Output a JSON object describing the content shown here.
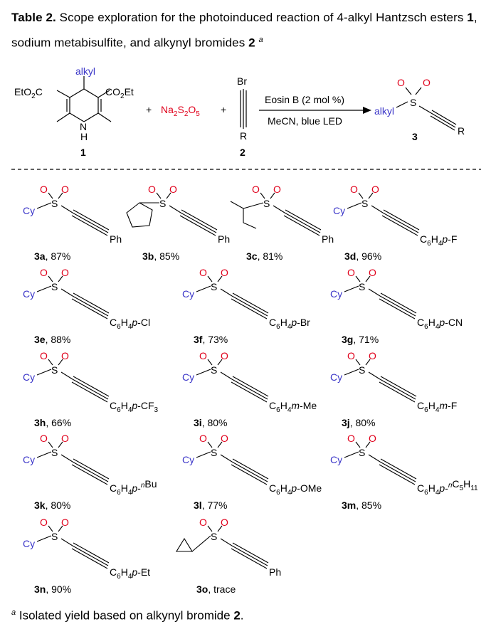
{
  "caption": {
    "table_label": "Table 2.",
    "text_part1": " Scope exploration for the photoinduced reaction of 4-alkyl Hantzsch esters ",
    "ref1": "1",
    "text_part2": ", sodium metabisulfite, and alkynyl bromides ",
    "ref2": "2",
    "footnote_marker": "a"
  },
  "scheme": {
    "hantzsch_alkyl": "alkyl",
    "hantzsch_left_ester": "EtO2C",
    "hantzsch_right_ester": "CO2Et",
    "hantzsch_nh": "N",
    "hantzsch_h": "H",
    "compound1_label": "1",
    "plus1": "+",
    "reagent": "Na2S2O5",
    "plus2": "+",
    "alkyne_br": "Br",
    "alkyne_r": "R",
    "compound2_label": "2",
    "condition_top": "Eosin B (2 mol %)",
    "condition_bottom": "MeCN, blue LED",
    "product_alkyl": "alkyl",
    "product_s": "S",
    "product_o": "O",
    "product_r": "R",
    "compound3_label": "3"
  },
  "products": [
    {
      "id": "3a",
      "yield": "87%",
      "left": "Cy",
      "right": "Ph"
    },
    {
      "id": "3b",
      "yield": "85%",
      "left": "cyclopentyl",
      "right": "Ph"
    },
    {
      "id": "3c",
      "yield": "81%",
      "left": "sec-butyl",
      "right": "Ph"
    },
    {
      "id": "3d",
      "yield": "96%",
      "left": "Cy",
      "right": "C6H4p-F"
    },
    {
      "id": "3e",
      "yield": "88%",
      "left": "Cy",
      "right": "C6H4p-Cl"
    },
    {
      "id": "3f",
      "yield": "73%",
      "left": "Cy",
      "right": "C6H4p-Br"
    },
    {
      "id": "3g",
      "yield": "71%",
      "left": "Cy",
      "right": "C6H4p-CN"
    },
    {
      "id": "3h",
      "yield": "66%",
      "left": "Cy",
      "right": "C6H4p-CF3"
    },
    {
      "id": "3i",
      "yield": "80%",
      "left": "Cy",
      "right": "C6H4m-Me"
    },
    {
      "id": "3j",
      "yield": "80%",
      "left": "Cy",
      "right": "C6H4m-F"
    },
    {
      "id": "3k",
      "yield": "80%",
      "left": "Cy",
      "right": "C6H4p-nBu"
    },
    {
      "id": "3l",
      "yield": "77%",
      "left": "Cy",
      "right": "C6H4p-OMe"
    },
    {
      "id": "3m",
      "yield": "85%",
      "left": "Cy",
      "right": "C6H4p-nC5H11"
    },
    {
      "id": "3n",
      "yield": "90%",
      "left": "Cy",
      "right": "C6H4p-Et"
    },
    {
      "id": "3o",
      "yield": "trace",
      "left": "cyclopropyl",
      "right": "Ph"
    }
  ],
  "footnote": {
    "marker": "a",
    "text": " Isolated yield based on alkynyl bromide ",
    "ref": "2",
    "end": "."
  },
  "colors": {
    "oxygen_red": "#e0001b",
    "alkyl_blue": "#3a35c8",
    "text": "#000000"
  }
}
